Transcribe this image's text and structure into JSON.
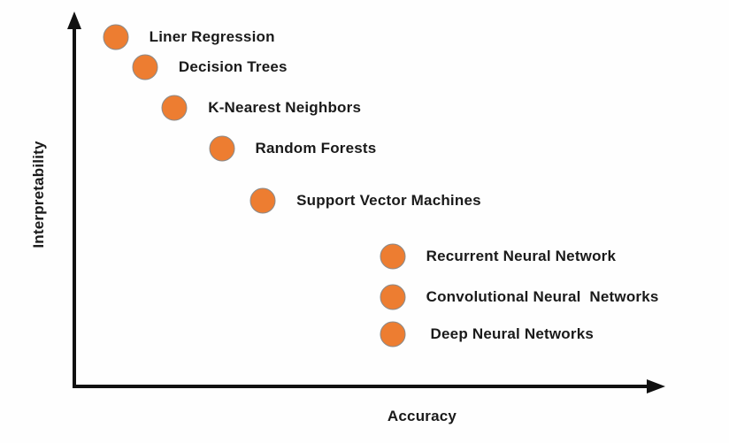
{
  "chart_data": {
    "type": "scatter",
    "title": "",
    "xlabel": "Accuracy",
    "ylabel": "Interpretability",
    "axes_numeric_ticks": false,
    "grid": false,
    "legend": false,
    "axis_color": "#111111",
    "text_color": "#1a1a1a",
    "marker_fill": "#ED7D31",
    "marker_stroke": "#8a8a8a",
    "x_range": [
      0,
      1
    ],
    "y_range": [
      0,
      1
    ],
    "points": [
      {
        "label": "Liner Regression",
        "accuracy": 0.07,
        "interpretability": 0.94
      },
      {
        "label": "Decision Trees",
        "accuracy": 0.12,
        "interpretability": 0.86
      },
      {
        "label": "K-Nearest Neighbors",
        "accuracy": 0.17,
        "interpretability": 0.75
      },
      {
        "label": "Random Forests",
        "accuracy": 0.25,
        "interpretability": 0.64
      },
      {
        "label": "Support Vector Machines",
        "accuracy": 0.32,
        "interpretability": 0.5
      },
      {
        "label": "Recurrent Neural Network",
        "accuracy": 0.54,
        "interpretability": 0.35
      },
      {
        "label": "Convolutional Neural  Networks",
        "accuracy": 0.54,
        "interpretability": 0.24
      },
      {
        "label": " Deep Neural Networks",
        "accuracy": 0.54,
        "interpretability": 0.14
      }
    ]
  }
}
